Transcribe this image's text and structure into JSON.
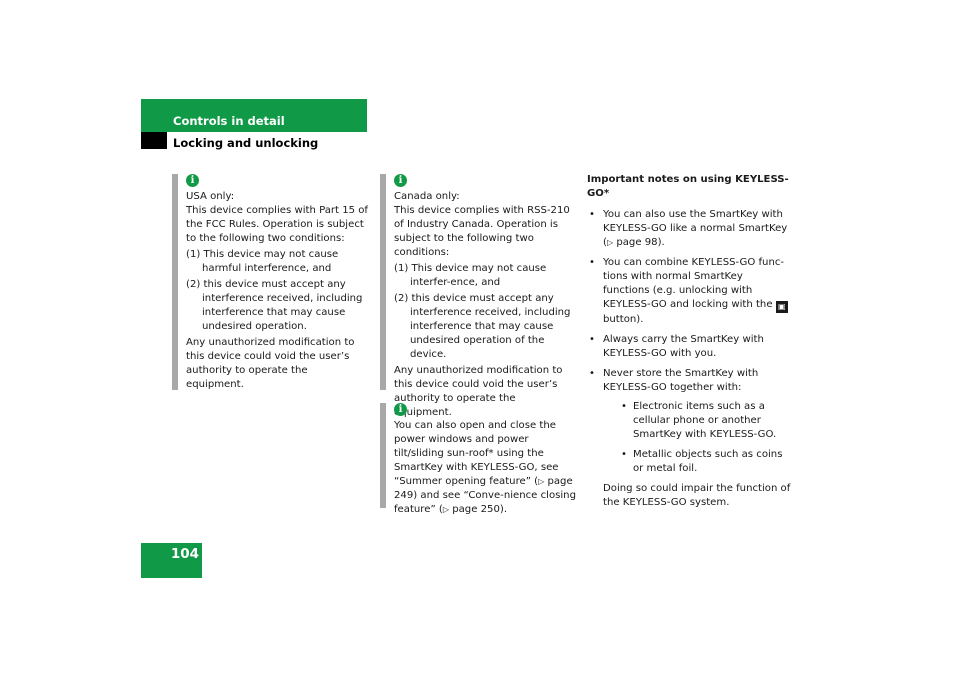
{
  "header": {
    "section_title": "Controls in detail",
    "subsection_title": "Locking and unlocking",
    "page_number": "104"
  },
  "note_usa": {
    "region": "USA only:",
    "intro": "This device complies with Part 15 of the FCC Rules. Operation is subject to the following two conditions:",
    "cond1": "(1) This device may not cause harmful interference, and",
    "cond2": "(2) this device must accept any interference received, including interference that may cause undesired operation.",
    "tail": "Any unauthorized modification to this device could void the user’s authority to operate the equipment."
  },
  "note_canada": {
    "region": "Canada only:",
    "intro": "This device complies with RSS-210 of Industry Canada. Operation is subject to the following two conditions:",
    "cond1": "(1) This device may not cause interfer-ence, and",
    "cond2": "(2) this device must accept any interference received, including interference that may cause undesired operation of the device.",
    "tail": "Any unauthorized modification to this device could void the user’s authority to operate the equipment."
  },
  "note_windows": {
    "text_a": "You can also open and close the power windows and power tilt/sliding sun-roof* using the SmartKey with KEYLESS-GO, see “Summer opening feature” (",
    "text_b": " page 249) and see “Conve-nience closing feature” (",
    "text_c": " page 250)."
  },
  "keyless": {
    "heading": "Important notes on using KEYLESS-GO*",
    "b1_a": "You can also use the SmartKey with KEYLESS-GO like a normal SmartKey (",
    "b1_b": " page 98).",
    "b2_a": "You can combine KEYLESS-GO func-tions with normal SmartKey functions (e.g. unlocking with KEYLESS-GO and locking with the ",
    "b2_b": " button).",
    "b3": "Always carry the SmartKey with KEYLESS-GO with you.",
    "b4": "Never store the SmartKey with KEYLESS-GO together with:",
    "sub1": "Electronic items such as a cellular phone or another SmartKey with KEYLESS-GO.",
    "sub2": "Metallic objects such as coins or metal foil.",
    "closing": "Doing so could impair the function of the KEYLESS-GO system."
  },
  "icons": {
    "info_glyph": "i",
    "page_ref_glyph": "▷",
    "lock_button_glyph": "🔒",
    "accent_color": "#109a47"
  }
}
